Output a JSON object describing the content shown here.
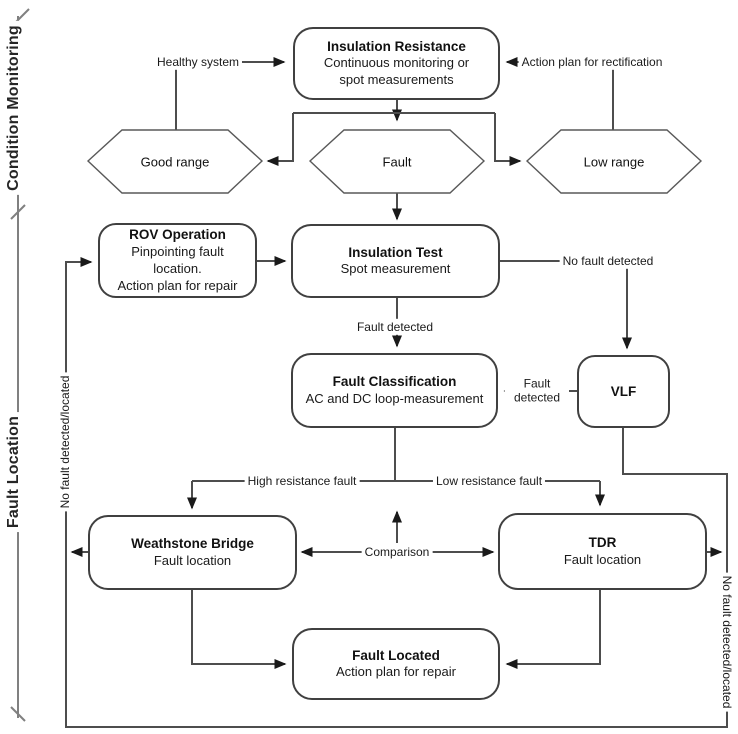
{
  "diagram": {
    "kind": "flowchart",
    "colors": {
      "connector": "#4d4d4d",
      "arrowhead": "#1a1a1a",
      "bracket_line": "#808080",
      "node_border": "#404040",
      "node_fill": "#ffffff",
      "hexagon_border": "#595959",
      "text": "#1a1a1a"
    },
    "sections": {
      "condition_monitoring": "Condition Monitoring",
      "fault_location": "Fault Location"
    },
    "nodes": {
      "insulation_resistance": {
        "title": "Insulation Resistance",
        "line1": "Continuous monitoring or",
        "line2": "spot measurements"
      },
      "rov_operation": {
        "title": "ROV Operation",
        "line1": "Pinpointing fault location.",
        "line2": "Action plan for repair"
      },
      "insulation_test": {
        "title": "Insulation Test",
        "line1": "Spot measurement"
      },
      "vlf": {
        "title": "VLF"
      },
      "fault_classification": {
        "title": "Fault Classification",
        "line1": "AC and DC loop-measurement"
      },
      "weathstone_bridge": {
        "title": "Weathstone Bridge",
        "line1": "Fault location"
      },
      "tdr": {
        "title": "TDR",
        "line1": "Fault location"
      },
      "fault_located": {
        "title": "Fault Located",
        "line1": "Action plan for repair"
      }
    },
    "decisions": {
      "good_range": "Good range",
      "fault": "Fault",
      "low_range": "Low range"
    },
    "edge_labels": {
      "healthy_system": "Healthy system",
      "action_plan_rectification": "Action plan for rectification",
      "no_fault_detected": "No fault detected",
      "fault_detected": "Fault detected",
      "vlf_fault_detected_line1": "Fault",
      "vlf_fault_detected_line2": "detected",
      "high_resistance_fault": "High resistance fault",
      "low_resistance_fault": "Low resistance fault",
      "comparison": "Comparison",
      "no_fault_left_loop": "No fault detected/located",
      "no_fault_right_loop": "No fault detected/located"
    }
  }
}
